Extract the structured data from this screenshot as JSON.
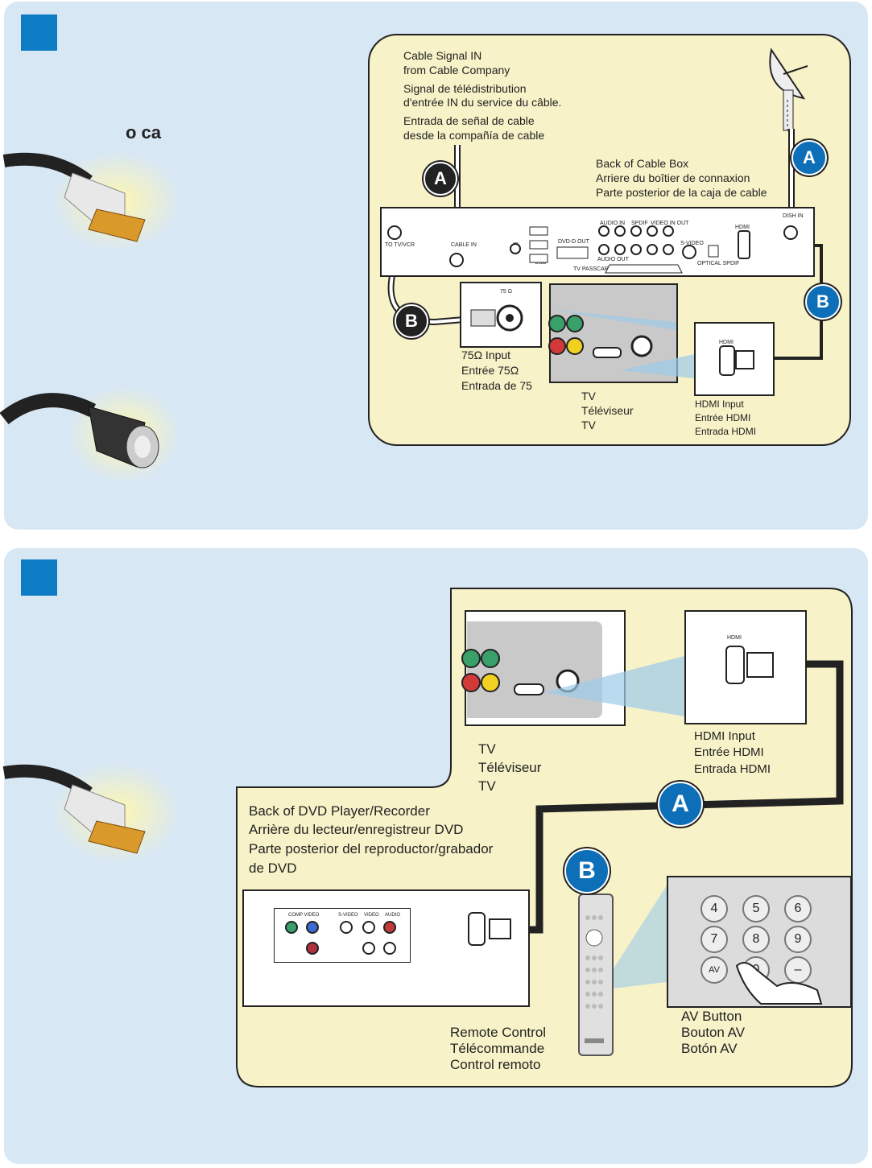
{
  "panel1": {
    "partial_text": "o ca",
    "cable_signal": [
      "Cable Signal IN",
      "from Cable Company",
      "Signal de télédistribution",
      "d'entrée IN du service du câble.",
      "Entrada de señal de cable",
      "desde la compañía de cable"
    ],
    "cable_box": [
      "Back of Cable Box",
      "Arriere du boîtier de connaxion",
      "Parte posterior de la caja de cable"
    ],
    "input75": [
      "75Ω Input",
      "Entrée 75Ω",
      "Entrada de 75"
    ],
    "tv": [
      "TV",
      "Téléviseur",
      "TV"
    ],
    "hdmi_input": [
      "HDMI Input",
      "Entrée HDMI",
      "Entrada HDMI"
    ],
    "badge_a": "A",
    "badge_b": "B",
    "box_labels": {
      "to_tv": "TO TV/VCR",
      "cable_in": "CABLE IN",
      "ir": "IR",
      "usb": "USB",
      "dvd_out": "DVD-D OUT",
      "audio_in": "AUDIO IN",
      "spdif": "SPDIF",
      "video_in_out": "VIDEO IN OUT",
      "audio_out": "AUDIO OUT",
      "svideo": "S-VIDEO",
      "optical": "OPTICAL SPDIF",
      "tv_passcard": "TV PASSCARD",
      "hdmi": "HDMI",
      "dish_in": "DISH IN",
      "ohm75": "75 Ω"
    }
  },
  "panel2": {
    "tv": [
      "TV",
      "Téléviseur",
      "TV"
    ],
    "hdmi_input": [
      "HDMI Input",
      "Entrée HDMI",
      "Entrada HDMI"
    ],
    "dvd_back": [
      "Back of DVD Player/Recorder",
      "Arrière du lecteur/enregistreur DVD",
      "Parte posterior del reproductor/grabador",
      "de DVD"
    ],
    "remote": [
      "Remote Control",
      "Télécommande",
      "Control remoto"
    ],
    "av_button": [
      "AV Button",
      "Bouton AV",
      "Botón AV"
    ],
    "badge_a": "A",
    "badge_b": "B",
    "hdmi_small": "HDMI",
    "keypad": [
      "4",
      "5",
      "6",
      "7",
      "8",
      "9",
      "AV",
      "0",
      "–"
    ],
    "dvd_labels": {
      "comp_video": "COMP VIDEO",
      "svideo": "S-VIDEO",
      "video": "VIDEO",
      "audio": "AUDIO"
    }
  },
  "colors": {
    "panel": "#d8e7f4",
    "card": "#f8f2c8",
    "step": "#0d7cc4",
    "badge_blue": "#0d6fb8"
  }
}
